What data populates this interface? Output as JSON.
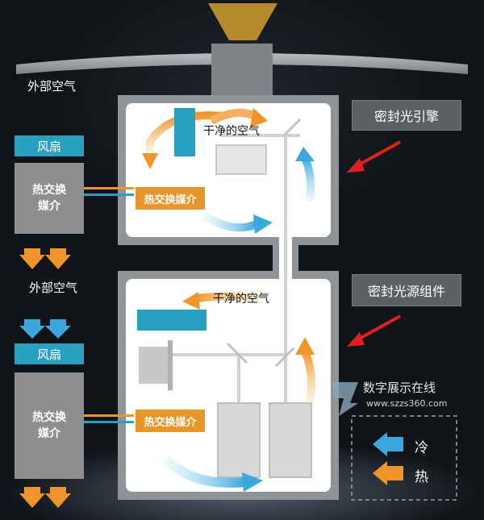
{
  "top": {
    "outside_air": "外部空气"
  },
  "left": {
    "fan_top": "风扇",
    "heat_exchanger_top": "热交换\n媒介",
    "outside_air_mid": "外部空气",
    "fan_bottom": "风扇",
    "heat_exchanger_bottom": "热交换\n媒介"
  },
  "engine": {
    "label": "密封光引擎",
    "clean_air": "干净的空气",
    "medium": "热交换媒介"
  },
  "light_source": {
    "label": "密封光源组件",
    "clean_air": "干净的空气",
    "medium": "热交换媒介"
  },
  "watermark": {
    "name": "数字展示在线",
    "url": "www.szzs360.com"
  },
  "legend": {
    "cold": "冷",
    "hot": "热"
  },
  "colors": {
    "cold": "#3aa8dc",
    "hot": "#f0952a",
    "teal": "#2aa0c0",
    "red_arrow": "#e02020"
  }
}
